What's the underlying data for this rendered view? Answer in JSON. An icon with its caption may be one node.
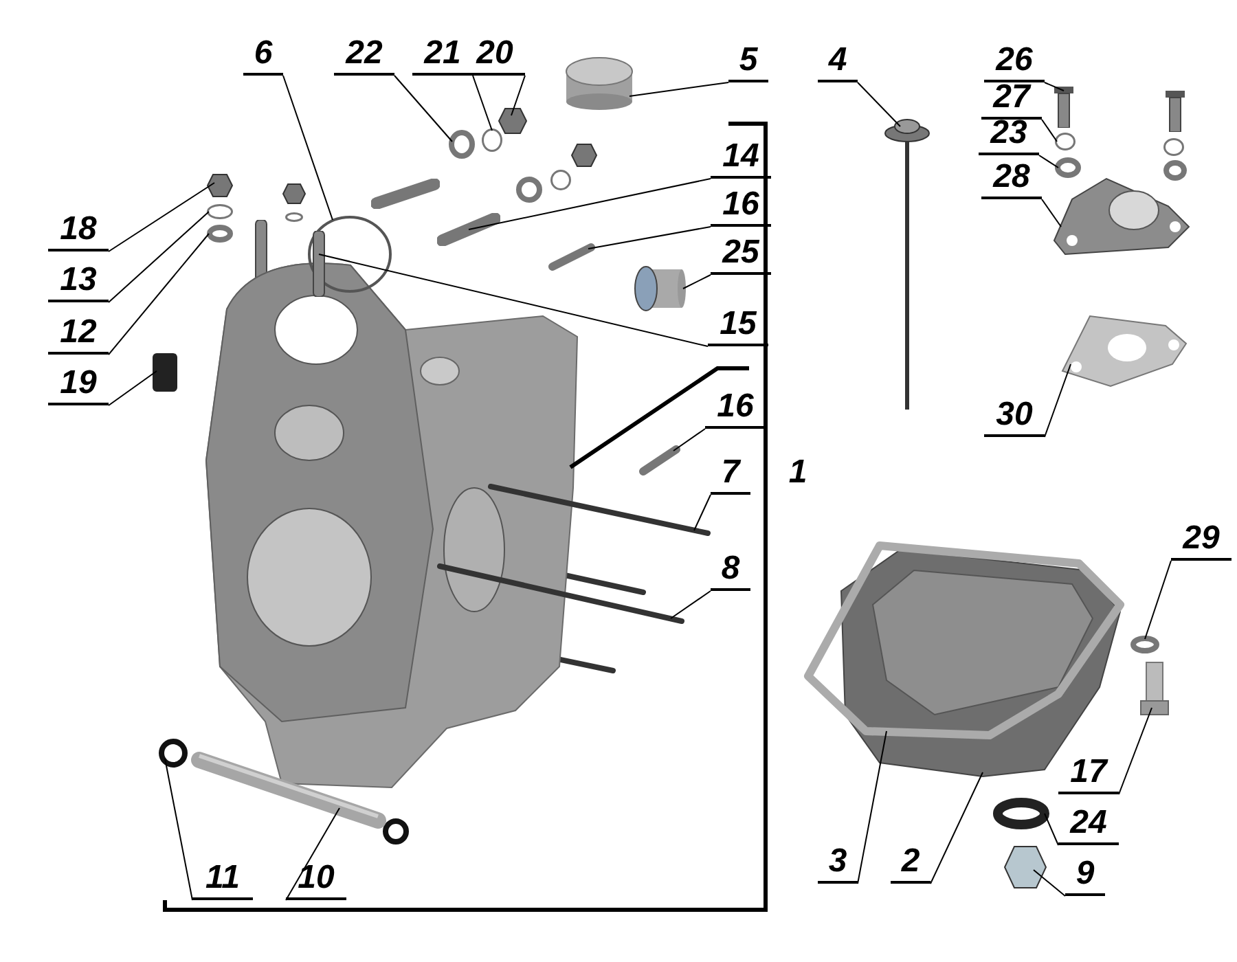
{
  "diagram": {
    "nodes": [
      {
        "text": [
          "6"
        ]
      },
      {
        "text": [
          "22"
        ]
      },
      {
        "text": [
          "21"
        ]
      },
      {
        "text": [
          "20"
        ]
      },
      {
        "text": [
          "5"
        ]
      },
      {
        "text": [
          "4"
        ]
      },
      {
        "text": [
          "26"
        ]
      },
      {
        "text": [
          "27"
        ]
      },
      {
        "text": [
          "23"
        ]
      },
      {
        "text": [
          "28"
        ]
      },
      {
        "text": [
          "18"
        ]
      },
      {
        "text": [
          "13"
        ]
      },
      {
        "text": [
          "12"
        ]
      },
      {
        "text": [
          "14"
        ]
      },
      {
        "text": [
          "16"
        ]
      },
      {
        "text": [
          "25"
        ]
      },
      {
        "text": [
          "15"
        ]
      },
      {
        "text": [
          "19"
        ]
      },
      {
        "text": [
          "16"
        ]
      },
      {
        "text": [
          "30"
        ]
      },
      {
        "text": [
          "7"
        ]
      },
      {
        "text": [
          "1"
        ]
      },
      {
        "text": [
          "8"
        ]
      },
      {
        "text": [
          "29"
        ]
      },
      {
        "text": [
          "17"
        ]
      },
      {
        "text": [
          "24"
        ]
      },
      {
        "text": [
          "3"
        ]
      },
      {
        "text": [
          "2"
        ]
      },
      {
        "text": [
          "9"
        ]
      },
      {
        "text": [
          "11"
        ]
      },
      {
        "text": [
          "10"
        ]
      },
      {
        "text": [],
        "shape": "picture"
      },
      {
        "text": [],
        "shape": "picture"
      },
      {
        "text": [],
        "shape": "picture"
      },
      {
        "text": [],
        "shape": "picture"
      },
      {
        "text": [],
        "shape": "cylinder"
      },
      {
        "text": [],
        "shape": "picture"
      },
      {
        "text": [],
        "shape": "picture"
      },
      {
        "text": [],
        "shape": "picture"
      },
      {
        "text": [],
        "shape": "hexagon"
      },
      {
        "text": [],
        "shape": "picture"
      },
      {
        "text": [],
        "shape": "circle"
      },
      {
        "text": [],
        "shape": "circle"
      },
      {
        "text": [],
        "shape": "circle"
      },
      {
        "text": [],
        "shape": "picture"
      },
      {
        "text": [],
        "shape": "bar"
      },
      {
        "text": [],
        "shape": "picture"
      },
      {
        "text": [],
        "shape": "cylinder"
      },
      {
        "text": [],
        "shape": "box"
      },
      {
        "text": [],
        "shape": "picture"
      },
      {
        "text": [],
        "shape": "picture"
      },
      {
        "text": [],
        "shape": "picture"
      },
      {
        "text": [],
        "shape": "circle"
      },
      {
        "text": [],
        "shape": "circle"
      },
      {
        "text": [],
        "shape": "hexagon"
      },
      {
        "text": [],
        "shape": "hexagon"
      },
      {
        "text": [],
        "shape": "circle"
      },
      {
        "text": [],
        "shape": "circle"
      },
      {
        "text": [],
        "shape": "circle"
      },
      {
        "text": [],
        "shape": "picture"
      },
      {
        "text": [],
        "shape": "circle"
      },
      {
        "text": [],
        "shape": "picture"
      }
    ],
    "edges": [
      {
        "from": 0,
        "to": 36,
        "arrow": "none"
      },
      {
        "from": 1,
        "to": 57,
        "arrow": "none"
      },
      {
        "from": 2,
        "to": 56,
        "arrow": "none"
      },
      {
        "from": 3,
        "to": 55,
        "arrow": "none"
      },
      {
        "from": 4,
        "to": 35,
        "arrow": "none"
      },
      {
        "from": 5,
        "to": 34,
        "arrow": "none"
      },
      {
        "from": 6,
        "to": 59,
        "arrow": "none"
      },
      {
        "from": 7,
        "to": 60,
        "arrow": "none"
      },
      {
        "from": 8,
        "to": 58,
        "arrow": "none"
      },
      {
        "from": 9,
        "to": 61,
        "arrow": "none"
      },
      {
        "from": 10,
        "to": 54,
        "arrow": "none"
      },
      {
        "from": 11,
        "to": 43,
        "arrow": "none"
      },
      {
        "from": 12,
        "to": 42,
        "arrow": "none"
      },
      {
        "from": 13,
        "to": 44,
        "arrow": "none"
      },
      {
        "from": 14,
        "to": 46,
        "arrow": "none"
      },
      {
        "from": 15,
        "to": 47,
        "arrow": "none"
      },
      {
        "from": 16,
        "to": 45,
        "arrow": "none"
      },
      {
        "from": 17,
        "to": 48,
        "arrow": "none"
      },
      {
        "from": 18,
        "to": 49,
        "arrow": "none"
      },
      {
        "from": 19,
        "to": 50,
        "arrow": "none"
      },
      {
        "from": 20,
        "to": 37,
        "arrow": "none"
      },
      {
        "from": 22,
        "to": 38,
        "arrow": "none"
      },
      {
        "from": 23,
        "to": 52,
        "arrow": "none"
      },
      {
        "from": 24,
        "to": 51,
        "arrow": "none"
      },
      {
        "from": 25,
        "to": 53,
        "arrow": "none"
      },
      {
        "from": 26,
        "to": 33,
        "arrow": "none"
      },
      {
        "from": 27,
        "to": 32,
        "arrow": "none"
      },
      {
        "from": 28,
        "to": 39,
        "arrow": "none"
      },
      {
        "from": 29,
        "to": 41,
        "arrow": "none"
      },
      {
        "from": 30,
        "to": 40,
        "arrow": "none"
      },
      {
        "from": null,
        "to": 31,
        "arrow": "none",
        "style": "thick"
      }
    ]
  }
}
